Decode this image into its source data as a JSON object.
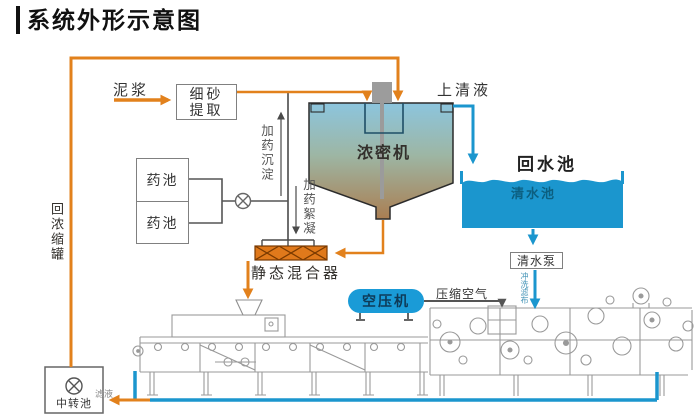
{
  "title": "系统外形示意图",
  "colors": {
    "pipe_orange": "#E2811C",
    "water_blue": "#1B96CE",
    "chemical_line_gray": "#4a4a4a",
    "tank_gradient_top": "#8CC5DE",
    "tank_gradient_bottom": "#AA7E52",
    "mixer_orange": "#E0791B",
    "compressor_blue": "#1A9BD7"
  },
  "nodes": {
    "slurry": "泥浆",
    "sand_extraction": [
      "细砂",
      "提取"
    ],
    "supernatant": "上清液",
    "thickener": "浓密机",
    "return_water_pool": "回水池",
    "clear_water_pool": "清水池",
    "clear_water_pump": "清水泵",
    "flush_filter_cloth": "冲洗滤布",
    "chemical_pool_upper": "药池",
    "chemical_pool_lower": "药池",
    "dosing_sedimentation": "加药沉淀",
    "dosing_flocculation": "加药絮凝",
    "static_mixer": "静态混合器",
    "air_compressor": "空压机",
    "compressed_air": "压缩空气",
    "return_to_thickener": "回浓缩罐",
    "transfer_pool": "中转池",
    "filtrate": "滤液"
  }
}
